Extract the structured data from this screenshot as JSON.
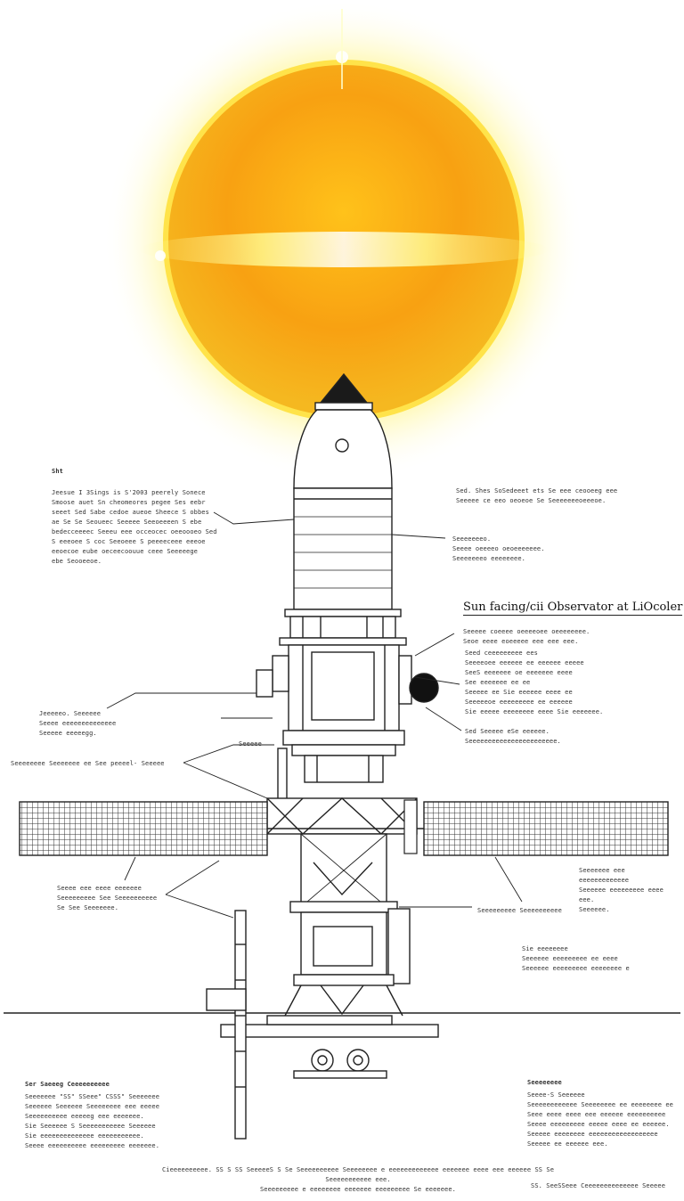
{
  "title": "Sun facing/cii Observator at LiOcoler",
  "notes": {
    "top_left_heading": "Sht",
    "top_left": "Jeesue I 3Sings is S'2003 peerely Sonece\nSmoose auet Sn cheomeores pegee Ses eebr\nseeet Sed Sabe cedoe aueoe Sheece S obbes\nae Se Se Seoueec Seeeee Seeoeeeen S ebe\nbedecceeeec Seeeu eee occeocec oeeoooeo Sed\nS eeeoee S coc Seeoeee S peeeeceee eeeoe\neeoecoe eube oeceecoouue ceee Seeeeege\nebe Seooeeoe.",
    "top_right": "Sed. Shes SoSedeeet ets Se eee ceooeeg eee\nSeeeee ce eeo oeoeoe Se Seeeeeeeoeeeoe.",
    "mid_right_small": "Seeeeeeeo.\nSeeee oeeeeo oeoeeeeeee.\nSeeeeeeeo eeeeeeee.",
    "under_title": "Seeeee coeeee oeeeeoee oeeeeeeee.\nSeoe eeee eoeeeee eee eee eee.",
    "right_block": "Seed ceeeeeeeee ees\nSeeeeoee eeeeee ee eeeeee eeeee\nSeeS eeeeeee oe eeeeeee eeee\nSee eeeeeee ee ee\nSeeeee ee Sie eeeeee eeee ee\nSeeeeeoe eeeeeeeee ee eeeeee\nSie eeeee eeeeeeee eeee Sie eeeeeee.",
    "right_block2": "Sed Seeeee eSe eeeeee.\nSeeeeeeeeeeeeeeeeeeeeeee.",
    "left_mid": "Jeeeeeo. Seeeeee\nSeeee eeeeeeeeeeeeee\nSeeeee eeeeegg.",
    "left_mid_small": "Seeeee",
    "left_mid_line": "Seeeeeeee Seeeeeee ee See peeeel- Seeeee",
    "left_low": "Seeee eee eeee eeeeeee\nSeeeeeeeee See Seeeeeeeeee\nSe See Seeeeeee.",
    "right_low": "Seeeeeee eee eeeeeeeeeeeee\nSeeeeee eeeeeeeee eeee eee.\nSeeeeee.",
    "right_center": "Seeeeeeeee Seeeeeeeeee",
    "right_lower": "Sie eeeeeeee\nSeeeeee eeeeeeeee ee eeee\nSeeeeee eeeeeeeee eeeeeeee e",
    "bottom_left_heading": "Ser Saeeeg Ceeeeeeeeee",
    "bottom_left": "Seeeeeee \"SS\" SSeee\" CSSS\" Seeeeeee\nSeeeeee Seeeeee Seeeeeeee eee eeeee\nSeeeeeeeeee eeeeeg eee eeeeeee.\nSie Seeeeee S Seeeeeeeeeee Seeeeee\nSie eeeeeeeeeeeeee eeeeeeeeeee.\nSeeee eeeeeeeeee eeeeeeeee eeeeeee.",
    "bottom_right_heading": "Seeeeeeee",
    "bottom_right": "Seeee-S Seeeeee\nSeeeeeeeeeeee Seeeeeeee ee eeeeeeee ee\nSeee eeee eeee eee eeeeee eeeeeeeeee\nSeeee eeeeeeeee eeeee eeee ee eeeeee.\nSeeeee eeeeeeee eeeeeeeeeeeeeeeeee\nSeeeee ee eeeeee eee.",
    "footer": "Cieeeeeeeeee. SS S SS SeeeeeS S Se Seeeeeeeeee Seeeeeeee e eeeeeeeeeeeee eeeeeee eeee eee eeeeee SS Se Seeeeeeeeeee eee.\nSeeeeeeeee e eeeeeeee eeeeeee eeeeeeeee Se eeeeeee.",
    "footer_right": "SS.  SeeSSeee  Ceeeeeeeeeeeeee Seeeee"
  },
  "colors": {
    "sun_core": "#ffd93a",
    "sun_edge": "#f39a12",
    "line": "#222222"
  }
}
